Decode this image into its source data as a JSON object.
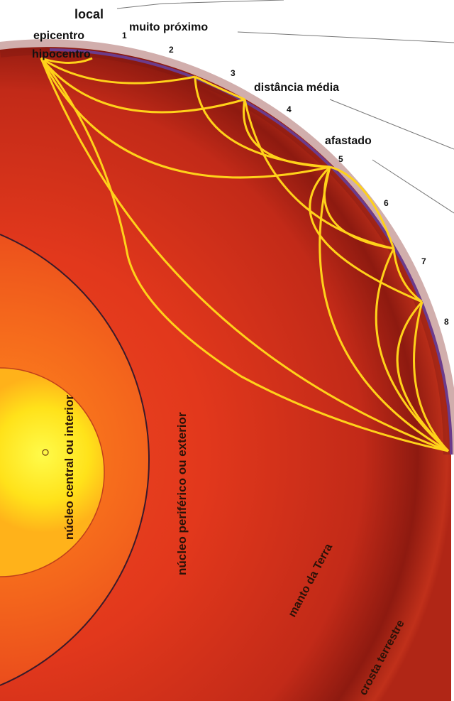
{
  "labels": {
    "local": "local",
    "epicentro": "epicentro",
    "hipocentro": "hipocentro",
    "muito_proximo": "muito próximo",
    "distancia_media": "distância média",
    "afastado": "afastado"
  },
  "stations": [
    "1",
    "2",
    "3",
    "4",
    "5",
    "6",
    "7",
    "8"
  ],
  "layers": {
    "inner_core": "núcleo central ou interior",
    "outer_core": "núcleo periférico ou exterior",
    "mantle": "manto da Terra",
    "crust": "crosta terrestre"
  },
  "colors": {
    "inner_core": "#fff21a",
    "outer_core": "#f26a1a",
    "mantle": "#d9321c",
    "mantle_dark": "#8a1a10",
    "crust": "#6b3b8c",
    "wave_paths": "#ffd21a",
    "boundary": "#3a1a2a"
  }
}
